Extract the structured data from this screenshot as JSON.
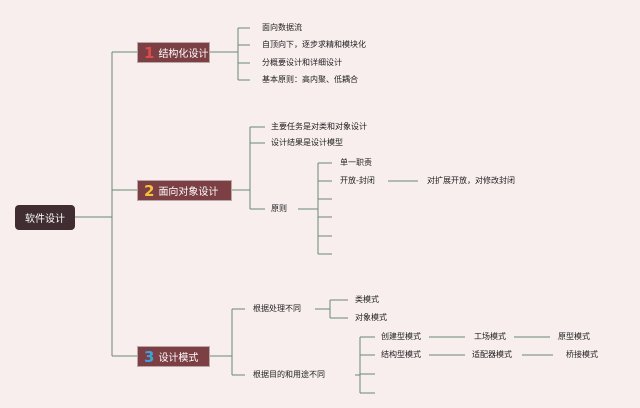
{
  "colors": {
    "line_green": "#6a8a74",
    "line_gray": "#9a9a9a",
    "num1": "#e24a4a",
    "num2": "#f2c23c",
    "num3": "#3aa4df"
  },
  "root": {
    "label": "软件设计"
  },
  "branches": [
    {
      "num": "1",
      "label": "结构化设计",
      "items": [
        "面向数据流",
        "自顶向下，逐步求精和模块化",
        "分概要设计和详细设计",
        "基本原则：高内聚、低耦合"
      ]
    },
    {
      "num": "2",
      "label": "面向对象设计",
      "items": [
        "主要任务是对类和对象设计",
        "设计结果是设计模型",
        "原则"
      ],
      "principles": [
        "单一职责",
        "开放-封闭"
      ],
      "open_closed_desc": "对扩展开放，对修改封闭"
    },
    {
      "num": "3",
      "label": "设计模式",
      "items": [
        "根据处理不同",
        "根据目的和用途不同"
      ],
      "by_processing": [
        "类模式",
        "对象模式"
      ],
      "by_purpose": [
        {
          "label": "创建型模式",
          "example1": "工场模式",
          "example2": "原型模式"
        },
        {
          "label": "结构型模式",
          "example1": "适配器模式",
          "example2": "桥接模式"
        }
      ]
    }
  ]
}
